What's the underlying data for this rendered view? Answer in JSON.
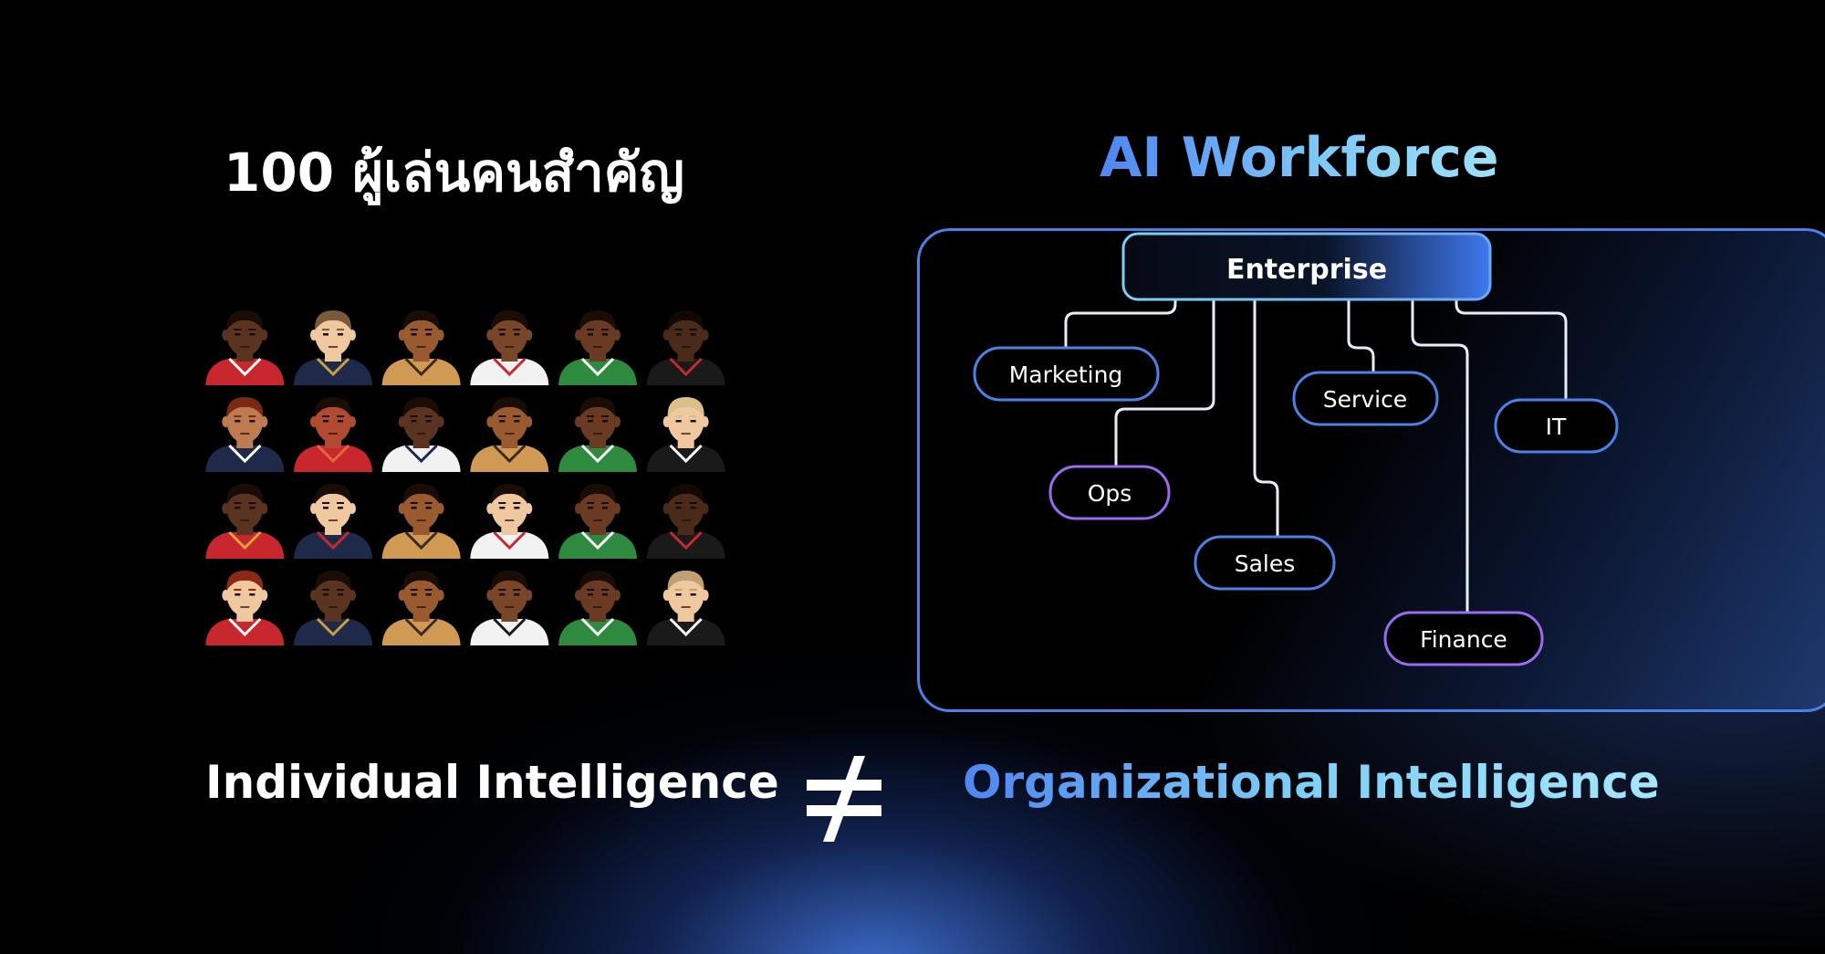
{
  "left_title": "100 ผู้เล่นคนสำคัญ",
  "right_title": "AI Workforce",
  "roster": {
    "rows": [
      [
        {
          "skin": "#5a3420",
          "hair": "#1a0d06",
          "jersey": "#c8282d",
          "trim": "#ffffff"
        },
        {
          "skin": "#f0c8a0",
          "hair": "#7a5a3a",
          "jersey": "#1f2a4a",
          "trim": "#c8a040"
        },
        {
          "skin": "#9a5a30",
          "hair": "#1a0d06",
          "jersey": "#d09a55",
          "trim": "#3a2a1a"
        },
        {
          "skin": "#7a4628",
          "hair": "#1a0d06",
          "jersey": "#f2f2f2",
          "trim": "#c8282d"
        },
        {
          "skin": "#6a3a22",
          "hair": "#1a0d06",
          "jersey": "#2e8a3e",
          "trim": "#ffffff"
        },
        {
          "skin": "#4a2a18",
          "hair": "#120804",
          "jersey": "#1a1a1a",
          "trim": "#c8282d"
        }
      ],
      [
        {
          "skin": "#c07a50",
          "hair": "#7a2a14",
          "jersey": "#1f2a4a",
          "trim": "#ffffff"
        },
        {
          "skin": "#b04a30",
          "hair": "#1a0d06",
          "jersey": "#c8282d",
          "trim": "#e06a3a"
        },
        {
          "skin": "#5a3420",
          "hair": "#1a0d06",
          "jersey": "#f2f2f2",
          "trim": "#1f2a4a"
        },
        {
          "skin": "#9a5a30",
          "hair": "#1a0d06",
          "jersey": "#d09a55",
          "trim": "#3a2a1a"
        },
        {
          "skin": "#6a3a22",
          "hair": "#1a0d06",
          "jersey": "#2e8a3e",
          "trim": "#ffffff"
        },
        {
          "skin": "#f0c8a0",
          "hair": "#d8c088",
          "jersey": "#1a1a1a",
          "trim": "#ffffff"
        }
      ],
      [
        {
          "skin": "#5a3420",
          "hair": "#1a0d06",
          "jersey": "#c8282d",
          "trim": "#e0a040"
        },
        {
          "skin": "#f0c8a0",
          "hair": "#1a0d06",
          "jersey": "#1f2a4a",
          "trim": "#c8282d"
        },
        {
          "skin": "#9a5a30",
          "hair": "#1a0d06",
          "jersey": "#d09a55",
          "trim": "#3a2a1a"
        },
        {
          "skin": "#f0c8a0",
          "hair": "#1a0d06",
          "jersey": "#f2f2f2",
          "trim": "#c8282d"
        },
        {
          "skin": "#6a3a22",
          "hair": "#1a0d06",
          "jersey": "#2e8a3e",
          "trim": "#ffffff"
        },
        {
          "skin": "#4a2a18",
          "hair": "#120804",
          "jersey": "#1a1a1a",
          "trim": "#c8282d"
        }
      ],
      [
        {
          "skin": "#f0c8a0",
          "hair": "#8a2a14",
          "jersey": "#c8282d",
          "trim": "#ffffff"
        },
        {
          "skin": "#5a3420",
          "hair": "#1a0d06",
          "jersey": "#1f2a4a",
          "trim": "#c8a040"
        },
        {
          "skin": "#9a5a30",
          "hair": "#1a0d06",
          "jersey": "#d09a55",
          "trim": "#3a2a1a"
        },
        {
          "skin": "#7a4628",
          "hair": "#1a0d06",
          "jersey": "#f2f2f2",
          "trim": "#1a1a1a"
        },
        {
          "skin": "#6a3a22",
          "hair": "#1a0d06",
          "jersey": "#2e8a3e",
          "trim": "#ffffff"
        },
        {
          "skin": "#f0c8a0",
          "hair": "#c0a070",
          "jersey": "#1a1a1a",
          "trim": "#ffffff"
        }
      ]
    ]
  },
  "org_chart": {
    "root": "Enterprise",
    "departments": [
      "Marketing",
      "Ops",
      "Sales",
      "Service",
      "Finance",
      "IT"
    ]
  },
  "left_caption": "Individual Intelligence",
  "right_caption": "Organizational Intelligence",
  "colors": {
    "accent_blue": "#4a82e8",
    "accent_cyan": "#7ec8f8",
    "accent_purple": "#9a6af0"
  }
}
